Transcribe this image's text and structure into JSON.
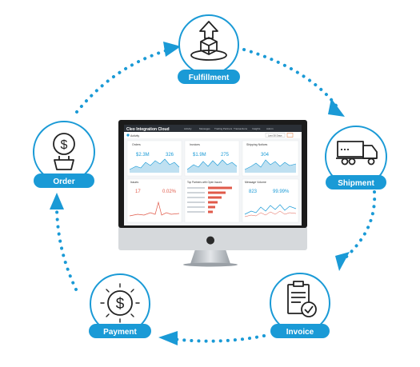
{
  "diagram": {
    "nodes": [
      {
        "id": "fulfillment",
        "label": "Fulfillment",
        "icon": "box-upload-icon"
      },
      {
        "id": "shipment",
        "label": "Shipment",
        "icon": "truck-icon"
      },
      {
        "id": "invoice",
        "label": "Invoice",
        "icon": "invoice-check-icon"
      },
      {
        "id": "payment",
        "label": "Payment",
        "icon": "dollar-coin-icon"
      },
      {
        "id": "order",
        "label": "Order",
        "icon": "shopping-basket-dollar-icon"
      }
    ],
    "accent_color": "#1a9ad6"
  },
  "dashboard": {
    "brand": "Cleo Integration Cloud",
    "nav_items": [
      "Activity",
      "Messages",
      "Trading Partners",
      "Transactions",
      "Insights",
      "Admin"
    ],
    "page_title": "Activity",
    "range_label": "Last 30 Days",
    "panels": [
      {
        "title": "Orders",
        "values": [
          "$2.3M",
          "326"
        ]
      },
      {
        "title": "Invoices",
        "values": [
          "$1.9M",
          "275"
        ]
      },
      {
        "title": "Shipping Notices",
        "values": [
          "304"
        ]
      },
      {
        "title": "Issues",
        "values": [
          "17",
          "0.02%"
        ]
      },
      {
        "title": "Top Partners with Open Issues",
        "values": []
      },
      {
        "title": "Message Volume",
        "values": [
          "823",
          "99.99%"
        ]
      }
    ]
  }
}
